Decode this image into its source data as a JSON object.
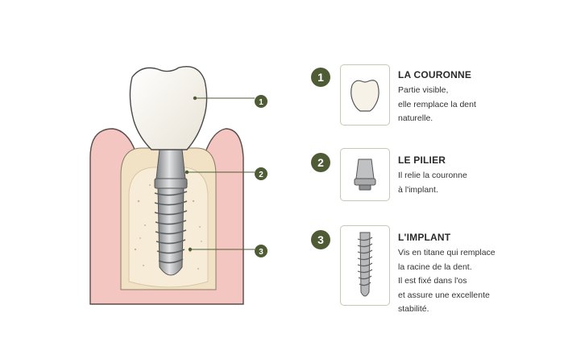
{
  "diagram": {
    "callouts": [
      "1",
      "2",
      "3"
    ]
  },
  "items": [
    {
      "number": "1",
      "title": "LA COURONNE",
      "thumb_icon": "crown-icon",
      "lines": [
        "Partie visible,",
        "elle remplace la dent",
        "naturelle."
      ]
    },
    {
      "number": "2",
      "title": "LE PILIER",
      "thumb_icon": "abutment-icon",
      "lines": [
        "Il relie la couronne",
        "à l'implant."
      ]
    },
    {
      "number": "3",
      "title": "L'IMPLANT",
      "thumb_icon": "implant-screw-icon",
      "lines": [
        "Vis en titane qui remplace",
        "la racine de la dent.",
        "Il est fixé dans l'os",
        "et assure une excellente",
        "stabilité."
      ]
    }
  ],
  "colors": {
    "accent": "#4f5b34",
    "gum": "#f4c6c2",
    "bone": "#f1e2c6",
    "crown": "#f6f2e8",
    "metal": "#a4a6a8"
  }
}
